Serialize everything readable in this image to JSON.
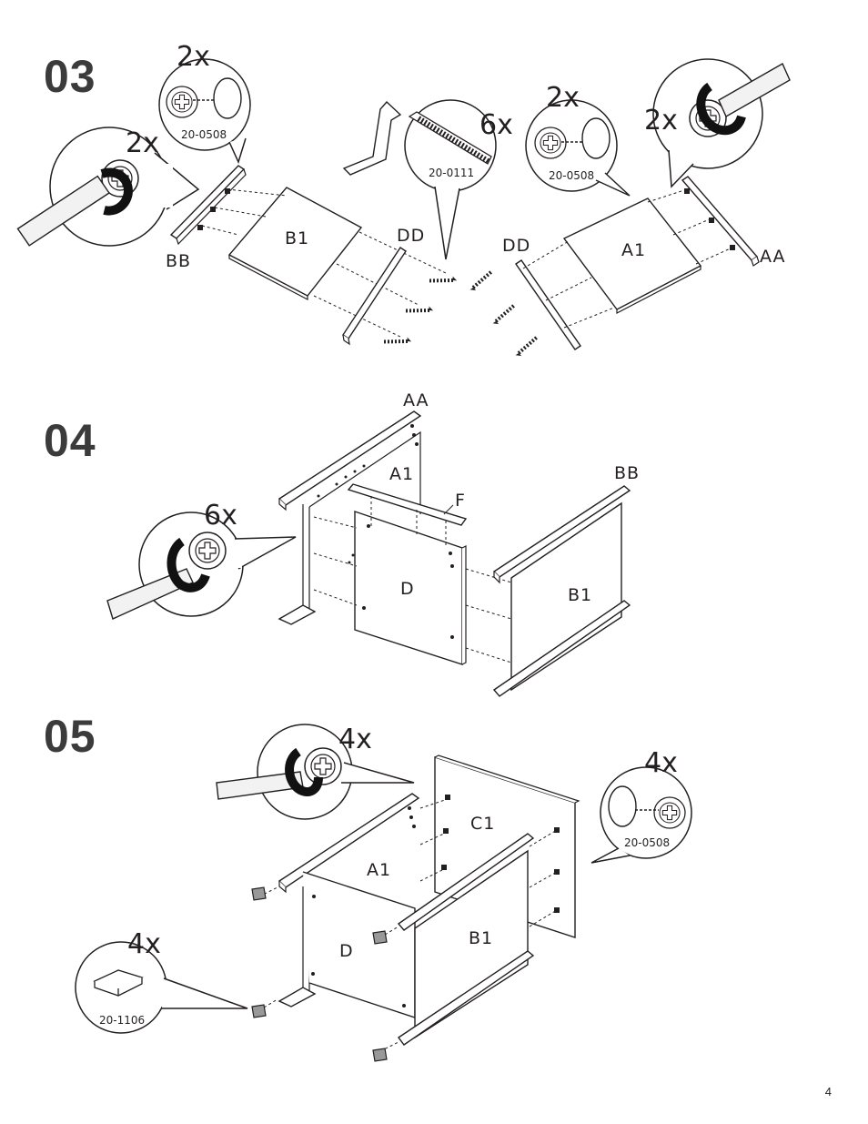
{
  "page_number": "4",
  "steps": [
    {
      "number": "03",
      "callouts": [
        {
          "qty": "2x",
          "code": "20-0508"
        },
        {
          "qty": "2x"
        },
        {
          "qty": "6x",
          "code": "20-0111"
        },
        {
          "qty": "2x",
          "code": "20-0508"
        },
        {
          "qty": "2x"
        }
      ],
      "parts": [
        "B1",
        "BB",
        "DD",
        "DD",
        "A1",
        "AA"
      ]
    },
    {
      "number": "04",
      "callouts": [
        {
          "qty": "6x"
        }
      ],
      "parts": [
        "AA",
        "A1",
        "F",
        "D",
        "BB",
        "B1"
      ]
    },
    {
      "number": "05",
      "callouts": [
        {
          "qty": "4x"
        },
        {
          "qty": "4x",
          "code": "20-0508"
        },
        {
          "qty": "4x",
          "code": "20-1106"
        }
      ],
      "parts": [
        "C1",
        "A1",
        "D",
        "B1"
      ]
    }
  ]
}
